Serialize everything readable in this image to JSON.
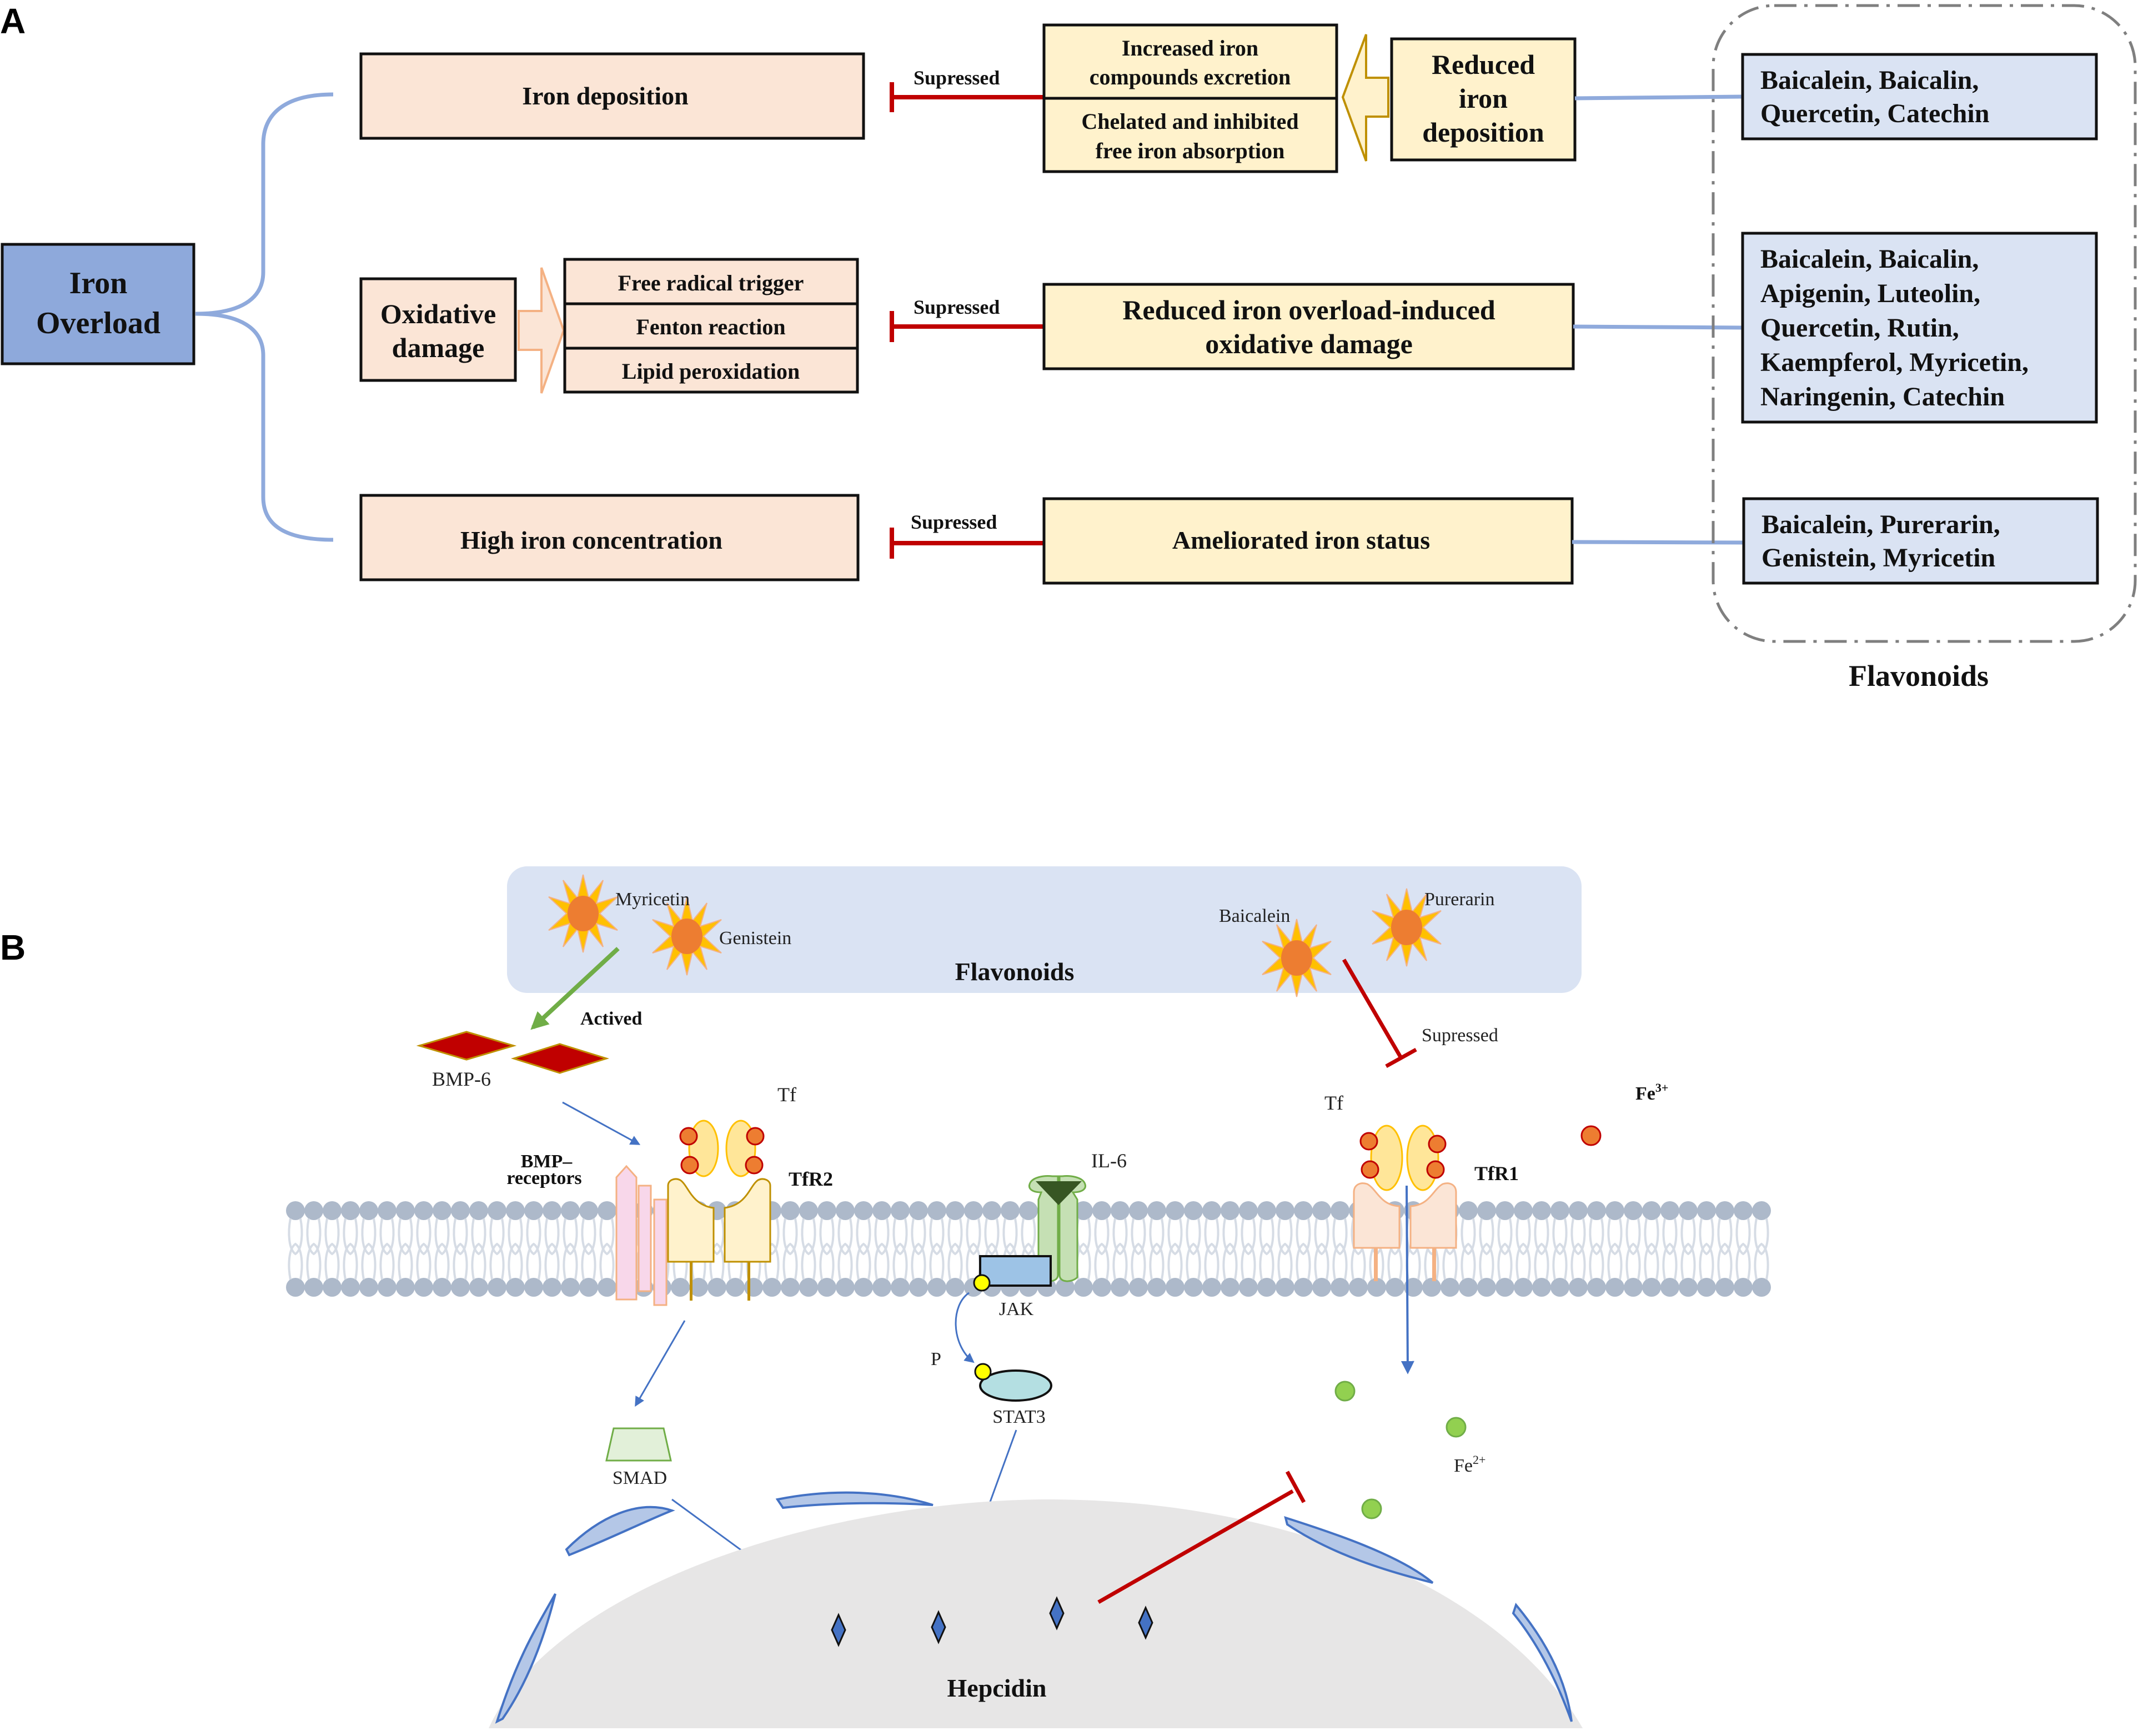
{
  "colors": {
    "overload_fill": "#8ea9db",
    "cause_fill": "#fbe5d6",
    "effect_fill": "#fff2cc",
    "flavonoid_fill": "#dae3f3",
    "connector_blue": "#8faadc",
    "inhibit_red": "#c00000",
    "activate_green": "#70ad47",
    "signal_blue": "#4472c4",
    "membrane_head": "#adb9ca",
    "nucleus_fill": "#e7e6e6"
  },
  "panel_a": {
    "label": "A",
    "root": {
      "line1": "Iron",
      "line2": "Overload"
    },
    "branches": [
      {
        "cause": "Iron deposition",
        "suppressed_label": "Supressed",
        "effects": [
          "Increased iron compounds excretion",
          "Chelated and inhibited free iron absorption"
        ],
        "effect_lines": [
          [
            "Increased iron",
            "compounds excretion"
          ],
          [
            "Chelated and inhibited",
            "free iron absorption"
          ]
        ],
        "outcome_lines": [
          "Reduced",
          "iron",
          "deposition"
        ],
        "flavonoids_lines": [
          "Baicalein, Baicalin,",
          "Quercetin, Catechin"
        ]
      },
      {
        "cause_lines": [
          "Oxidative",
          "damage"
        ],
        "mechanisms": [
          "Free radical trigger",
          "Fenton reaction",
          "Lipid peroxidation"
        ],
        "suppressed_label": "Supressed",
        "outcome_lines": [
          "Reduced iron overload-induced",
          "oxidative damage"
        ],
        "flavonoids_lines": [
          "Baicalein, Baicalin,",
          "Apigenin, Luteolin,",
          "Quercetin, Rutin,",
          "Kaempferol, Myricetin,",
          "Naringenin, Catechin"
        ]
      },
      {
        "cause": "High iron concentration",
        "suppressed_label": "Supressed",
        "outcome": "Ameliorated iron status",
        "flavonoids_lines": [
          "Baicalein, Purerarin,",
          "Genistein, Myricetin"
        ]
      }
    ],
    "flavonoids_group_label": "Flavonoids"
  },
  "panel_b": {
    "label": "B",
    "flavonoids_box": {
      "title": "Flavonoids",
      "compounds": [
        "Myricetin",
        "Genistein",
        "Baicalein",
        "Purerarin"
      ]
    },
    "actived_label": "Actived",
    "suppressed_label": "Supressed",
    "bmp6_label": "BMP-6",
    "bmp_receptors_lines": [
      "BMP–",
      "receptors"
    ],
    "tf_left_label": "Tf",
    "tfr2_label": "TfR2",
    "il6_label": "IL-6",
    "jak_label": "JAK",
    "p_label": "P",
    "stat3_label": "STAT3",
    "smad_label": "SMAD",
    "tf_right_label": "Tf",
    "tfr1_label": "TfR1",
    "fe3_label": {
      "base": "Fe",
      "sup": "3+"
    },
    "fe2_label": {
      "base": "Fe",
      "sup": "2+"
    },
    "hepcidin_label": "Hepcidin"
  }
}
